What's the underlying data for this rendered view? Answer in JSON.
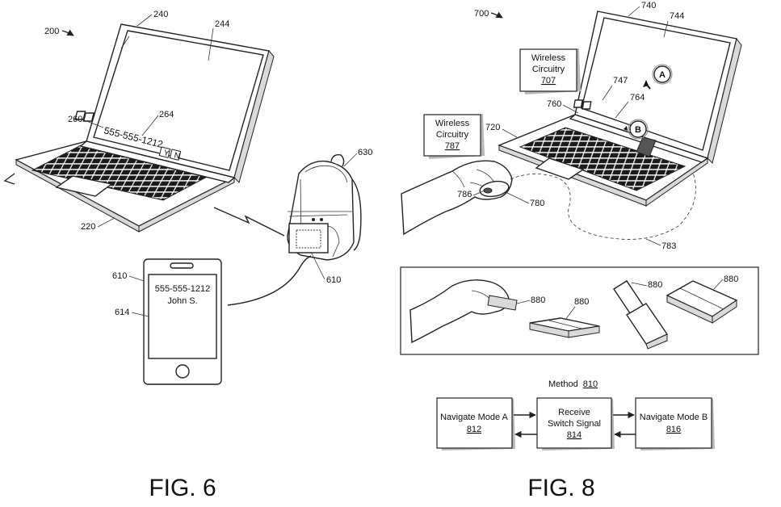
{
  "fig6": {
    "caption": "FIG. 6",
    "refs": {
      "system": "200",
      "display_edge": "240",
      "screen": "244",
      "strip": "260",
      "strip_inner": "264",
      "base": "220",
      "backpack": "630",
      "phone": "610",
      "phone_tag": "610",
      "phone_screen": "614"
    },
    "strip_text": {
      "number": "555-555-1212",
      "yes": "Y",
      "no": "N"
    },
    "phone_text": {
      "number": "555-555-1212",
      "name": "John S."
    }
  },
  "fig8": {
    "caption": "FIG. 8",
    "refs": {
      "system": "700",
      "display_edge": "740",
      "screen": "744",
      "screen_item": "747",
      "strip": "760",
      "strip_inner": "764",
      "base": "720",
      "hand_device": "786",
      "mouse": "780",
      "cable": "783",
      "block_a": "880",
      "block_b": "880",
      "block_c": "880",
      "block_d": "880"
    },
    "wireless_1": {
      "line1": "Wireless",
      "line2": "Circuitry",
      "ref": "707"
    },
    "wireless_2": {
      "line1": "Wireless",
      "line2": "Circuitry",
      "ref": "787"
    },
    "screen_markers": {
      "a": "A",
      "b": "B"
    },
    "method": {
      "title": "Method",
      "ref": "810",
      "steps": [
        {
          "label": "Navigate Mode A",
          "ref": "812"
        },
        {
          "label": "Receive",
          "label2": "Switch Signal",
          "ref": "814"
        },
        {
          "label": "Navigate Mode B",
          "ref": "816"
        }
      ]
    }
  }
}
